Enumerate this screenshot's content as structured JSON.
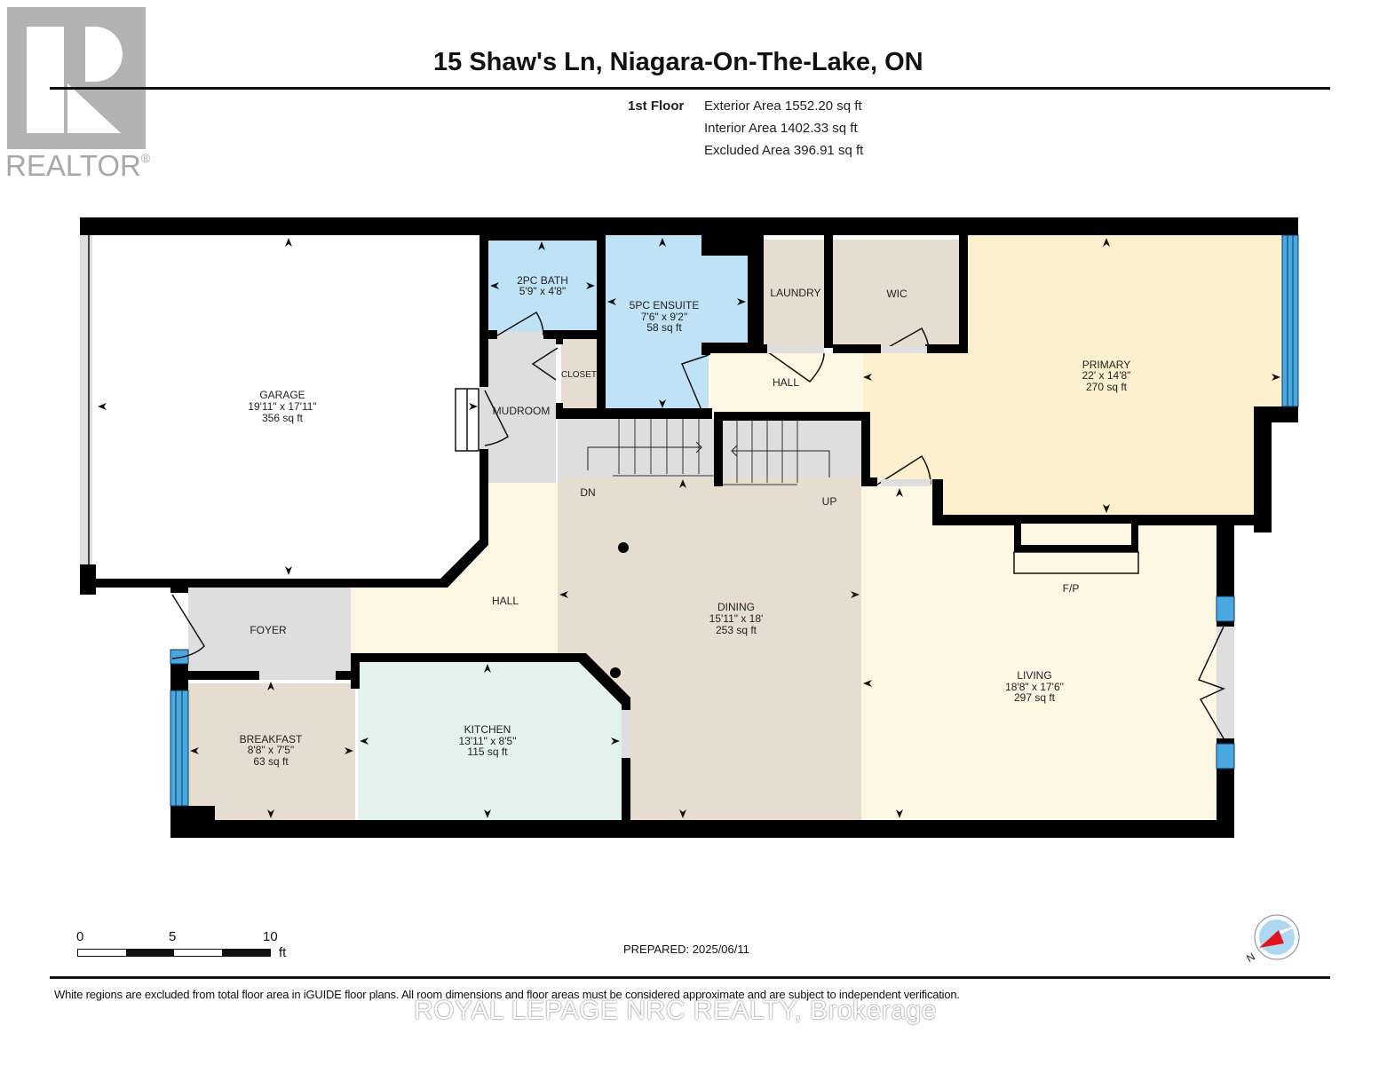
{
  "branding": {
    "logo_text": "REALTOR",
    "logo_mark": "®",
    "brokerage_watermark": "ROYAL LEPAGE NRC REALTY, Brokerage"
  },
  "header": {
    "title": "15 Shaw's Ln, Niagara-On-The-Lake, ON",
    "floor": "1st Floor",
    "exterior_area": "Exterior Area 1552.20 sq ft",
    "interior_area": "Interior Area 1402.33 sq ft",
    "excluded_area": "Excluded Area 396.91 sq ft"
  },
  "colors": {
    "wall": "#000000",
    "window": "#4aa8e0",
    "garage": "#ffffff",
    "bath": "#bfe2f7",
    "utility": "#e6ddd0",
    "hall": "#fdf6e3",
    "primary": "#fdf0cf",
    "dining": "#e6ddd0",
    "kitchen": "#e3f2ec",
    "breakfast": "#e6ddd0",
    "living": "#fdf7e3",
    "grey": "#dedede"
  },
  "rooms": {
    "garage": {
      "name": "GARAGE",
      "dims": "19'11\" x 17'11\"",
      "area": "356 sq ft"
    },
    "bath2pc": {
      "name": "2PC BATH",
      "dims": "5'9\" x 4'8\""
    },
    "ensuite": {
      "name": "5PC ENSUITE",
      "dims": "7'6\" x 9'2\"",
      "area": "58 sq ft"
    },
    "laundry": {
      "name": "LAUNDRY"
    },
    "wic": {
      "name": "WIC"
    },
    "closet": {
      "name": "CLOSET"
    },
    "mudroom": {
      "name": "MUDROOM"
    },
    "hall_upper": {
      "name": "HALL"
    },
    "primary": {
      "name": "PRIMARY",
      "dims": "22' x 14'8\"",
      "area": "270 sq ft"
    },
    "hall_lower": {
      "name": "HALL"
    },
    "foyer": {
      "name": "FOYER"
    },
    "dining": {
      "name": "DINING",
      "dims": "15'11\" x 18'",
      "area": "253 sq ft"
    },
    "kitchen": {
      "name": "KITCHEN",
      "dims": "13'11\" x 8'5\"",
      "area": "115 sq ft"
    },
    "breakfast": {
      "name": "BREAKFAST",
      "dims": "8'8\" x 7'5\"",
      "area": "63 sq ft"
    },
    "living": {
      "name": "LIVING",
      "dims": "18'8\" x 17'6\"",
      "area": "297 sq ft"
    }
  },
  "annotations": {
    "stairs_down": "DN",
    "stairs_up": "UP",
    "fireplace": "F/P"
  },
  "scale_bar": {
    "ticks": [
      "0",
      "5",
      "10"
    ],
    "unit": "ft"
  },
  "compass": {
    "label": "N"
  },
  "footer": {
    "prepared": "PREPARED: 2025/06/11",
    "disclaimer": "White regions are excluded from total floor area in iGUIDE floor plans. All room dimensions and floor areas must be considered approximate and are subject to independent verification."
  }
}
